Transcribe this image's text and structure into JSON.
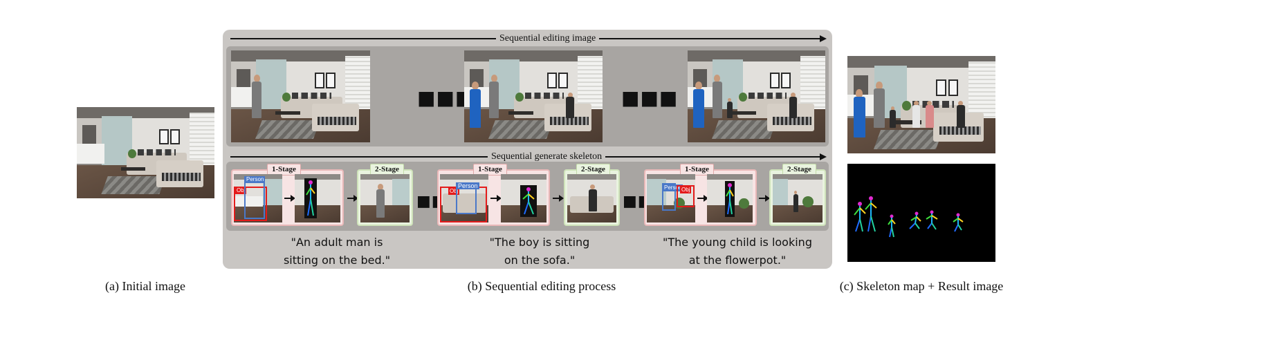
{
  "top_arrow_label": "Sequential editing image",
  "skeleton_arrow_label": "Sequential generate skeleton",
  "ellipsis": "■■■",
  "stage_labels": {
    "stage1": "1-Stage",
    "stage2": "2-Stage"
  },
  "bbox_labels": {
    "person": "Person",
    "obj": "Obj"
  },
  "prompts": [
    {
      "line1": "\"An adult man is",
      "line2": "sitting on the bed.\""
    },
    {
      "line1": "\"The boy is sitting",
      "line2": "on the sofa.\""
    },
    {
      "line1": "\"The young child is looking",
      "line2": "at the flowerpot.\""
    }
  ],
  "subcaptions": {
    "a": "(a) Initial image",
    "b": "(b) Sequential editing process",
    "c": "(c) Skeleton map + Result image"
  },
  "colors": {
    "panel_bg": "#c9c6c3",
    "strip_bg": "#a8a5a2",
    "stage1_bg": "#f7e4e4",
    "stage2_bg": "#e9f3df",
    "obj_box": "#e41b1b",
    "person_box": "#4a78c8"
  }
}
